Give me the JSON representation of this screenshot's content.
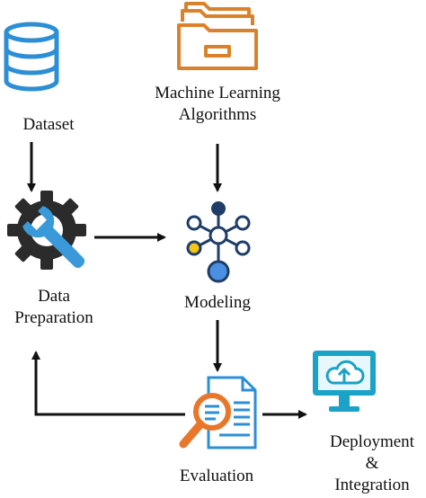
{
  "nodes": {
    "dataset": {
      "label": "Dataset",
      "icon": "database-icon"
    },
    "algorithms": {
      "label_line1": "Machine Learning",
      "label_line2": "Algorithms",
      "icon": "folder-icon"
    },
    "preparation": {
      "label_line1": "Data",
      "label_line2": "Preparation",
      "icon": "gear-wrench-icon"
    },
    "modeling": {
      "label": "Modeling",
      "icon": "network-nodes-icon"
    },
    "evaluation": {
      "label": "Evaluation",
      "icon": "document-magnifier-icon"
    },
    "deployment": {
      "label_line1": "Deployment",
      "label_line2": "&",
      "label_line3": "Integration",
      "icon": "monitor-cloud-upload-icon"
    }
  },
  "colors": {
    "database": "#2c8fd6",
    "folder": "#d9822b",
    "gear": "#2b2b2b",
    "wrench": "#3a9ad9",
    "network": "#1f3d66",
    "network_accent_yellow": "#f5c518",
    "network_accent_blue": "#4a90e2",
    "magnifier": "#e8762b",
    "document": "#2c8fd6",
    "monitor": "#1aa3c7",
    "arrow": "#111111"
  }
}
